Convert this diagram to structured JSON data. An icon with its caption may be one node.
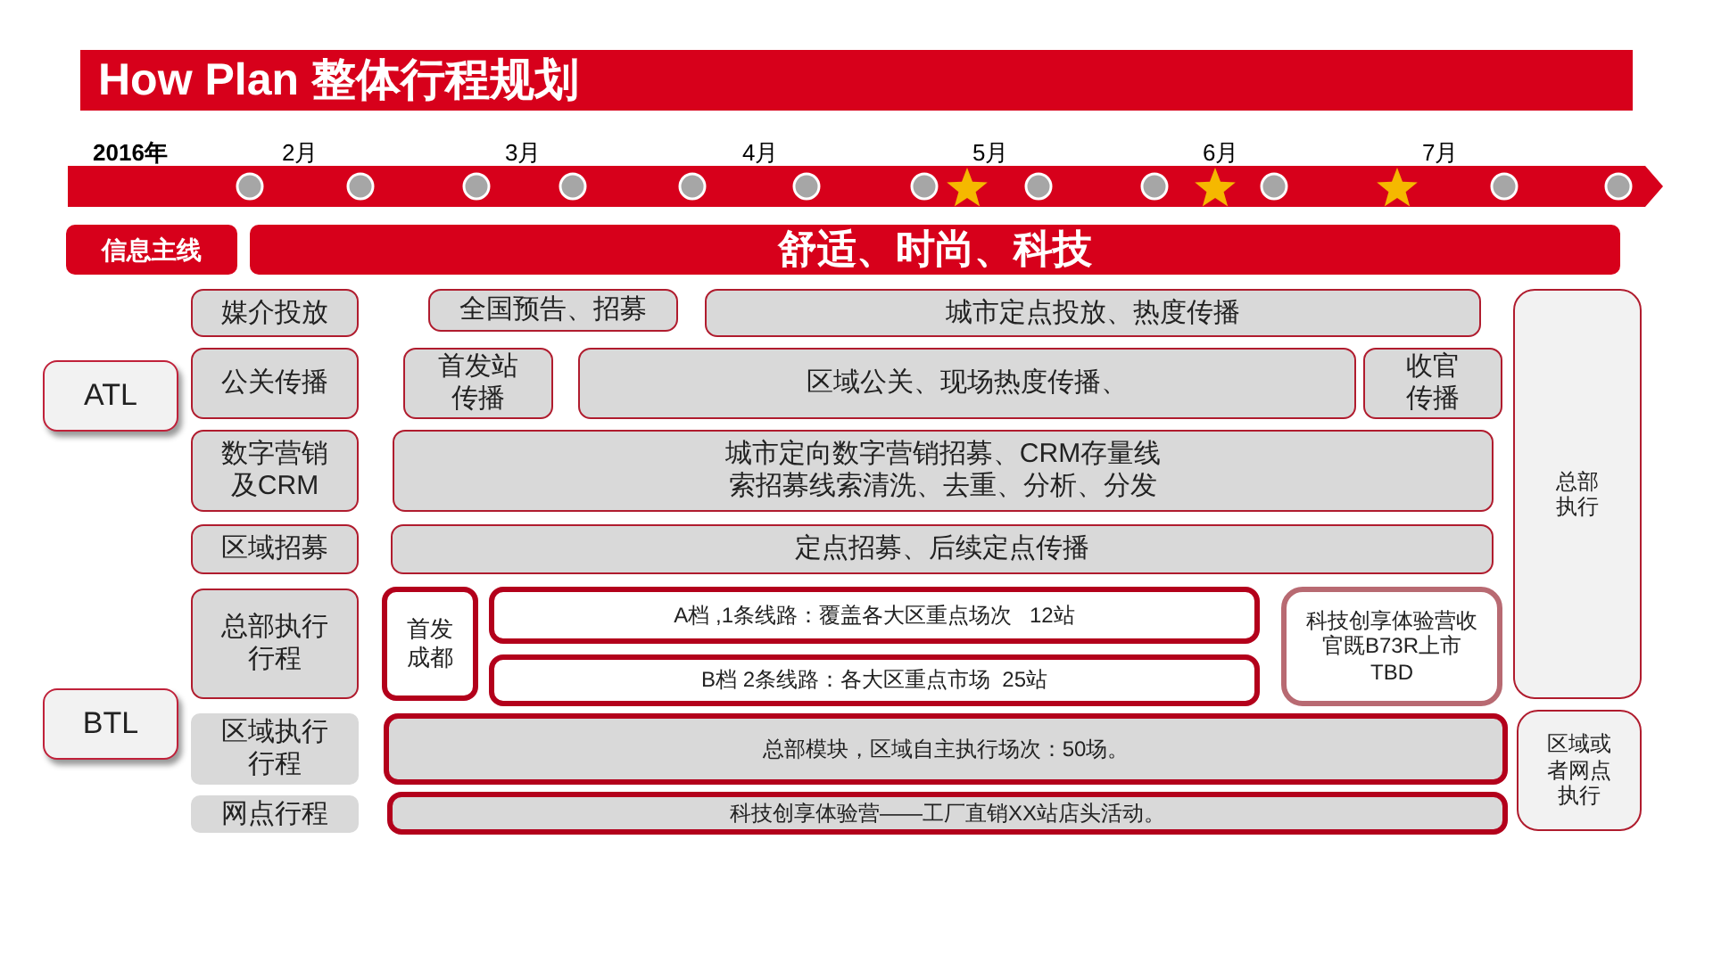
{
  "diagram": {
    "title": "How Plan 整体行程规划",
    "nodes": [
      {
        "text": [
          "信息主线"
        ]
      },
      {
        "text": [
          "舒适、时尚、科技"
        ]
      },
      {
        "text": [
          "ATL"
        ]
      },
      {
        "text": [
          "媒介投放"
        ]
      },
      {
        "text": [
          "全国预告、招募"
        ]
      },
      {
        "text": [
          "城市定点投放、热度传播"
        ]
      },
      {
        "text": [
          "总部执行"
        ]
      },
      {
        "text": [
          "公关传播"
        ]
      },
      {
        "text": [
          "首发站传播"
        ]
      },
      {
        "text": [
          "区域公关、现场热度传播、"
        ]
      },
      {
        "text": [
          "收官传播"
        ]
      },
      {
        "text": [
          "数字营销及CRM"
        ]
      },
      {
        "text": [
          "城市定向数字营销招募、CRM存量线索招募线索清洗、去重、分析、分发"
        ]
      },
      {
        "text": [
          "区域招募"
        ]
      },
      {
        "text": [
          "定点招募、后续定点传播"
        ]
      },
      {
        "text": [
          "BTL"
        ]
      },
      {
        "text": [
          "总部执行行程"
        ]
      },
      {
        "text": [
          "首发成都"
        ]
      },
      {
        "text": [
          "A档 ,1条线路：覆盖各大区重点场次   12站"
        ]
      },
      {
        "text": [
          "B档 2条线路：各大区重点市场  25站"
        ]
      },
      {
        "text": [
          "科技创享体验营收官既B73R上市TBD"
        ]
      },
      {
        "text": [
          "区域执行行程"
        ]
      },
      {
        "text": [
          "总部模块，区域自主执行场次：50场。"
        ]
      },
      {
        "text": [
          "区域或者网点执行"
        ]
      },
      {
        "text": [
          "网点行程"
        ]
      },
      {
        "text": [
          "科技创享体验营——工厂直销XX站店头活动。"
        ]
      }
    ],
    "labels": [
      "2016年",
      "2月",
      "3月",
      "4月",
      "5月",
      "6月",
      "7月"
    ]
  }
}
